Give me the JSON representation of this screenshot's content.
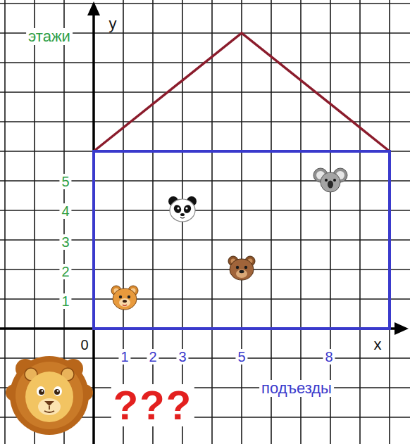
{
  "diagram": {
    "labels": [
      "этажи",
      "y",
      "5",
      "4",
      "3",
      "2",
      "1",
      "0",
      "x",
      "1",
      "2",
      "3",
      "5",
      "8",
      "подъезды",
      "???"
    ]
  }
}
